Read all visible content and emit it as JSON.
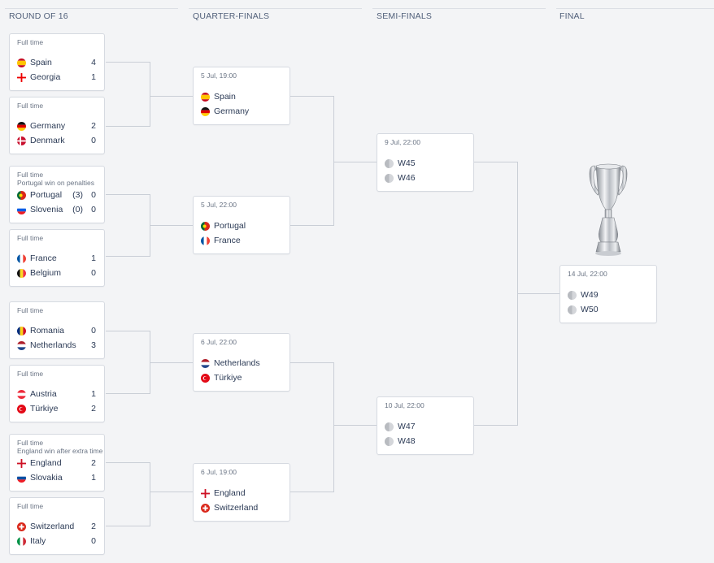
{
  "columns": {
    "r16": "ROUND OF 16",
    "qf": "QUARTER-FINALS",
    "sf": "SEMI-FINALS",
    "final": "FINAL"
  },
  "r16": [
    {
      "status": "Full time",
      "note": "",
      "home": {
        "team": "Spain",
        "flag": "spain-flag",
        "score": "4",
        "pen": ""
      },
      "away": {
        "team": "Georgia",
        "flag": "georgia-flag",
        "score": "1",
        "pen": ""
      }
    },
    {
      "status": "Full time",
      "note": "",
      "home": {
        "team": "Germany",
        "flag": "germany-flag",
        "score": "2",
        "pen": ""
      },
      "away": {
        "team": "Denmark",
        "flag": "denmark-flag",
        "score": "0",
        "pen": ""
      }
    },
    {
      "status": "Full time",
      "note": "Portugal win on penalties",
      "home": {
        "team": "Portugal",
        "flag": "portugal-flag",
        "score": "0",
        "pen": "(3)"
      },
      "away": {
        "team": "Slovenia",
        "flag": "slovenia-flag",
        "score": "0",
        "pen": "(0)"
      }
    },
    {
      "status": "Full time",
      "note": "",
      "home": {
        "team": "France",
        "flag": "france-flag",
        "score": "1",
        "pen": ""
      },
      "away": {
        "team": "Belgium",
        "flag": "belgium-flag",
        "score": "0",
        "pen": ""
      }
    },
    {
      "status": "Full time",
      "note": "",
      "home": {
        "team": "Romania",
        "flag": "romania-flag",
        "score": "0",
        "pen": ""
      },
      "away": {
        "team": "Netherlands",
        "flag": "netherlands-flag",
        "score": "3",
        "pen": ""
      }
    },
    {
      "status": "Full time",
      "note": "",
      "home": {
        "team": "Austria",
        "flag": "austria-flag",
        "score": "1",
        "pen": ""
      },
      "away": {
        "team": "Türkiye",
        "flag": "turkiye-flag",
        "score": "2",
        "pen": ""
      }
    },
    {
      "status": "Full time",
      "note": "England win after extra time",
      "home": {
        "team": "England",
        "flag": "england-flag",
        "score": "2",
        "pen": ""
      },
      "away": {
        "team": "Slovakia",
        "flag": "slovakia-flag",
        "score": "1",
        "pen": ""
      }
    },
    {
      "status": "Full time",
      "note": "",
      "home": {
        "team": "Switzerland",
        "flag": "switzerland-flag",
        "score": "2",
        "pen": ""
      },
      "away": {
        "team": "Italy",
        "flag": "italy-flag",
        "score": "0",
        "pen": ""
      }
    }
  ],
  "qf": [
    {
      "date": "5 Jul, 19:00",
      "home": {
        "team": "Spain",
        "flag": "spain-flag"
      },
      "away": {
        "team": "Germany",
        "flag": "germany-flag"
      }
    },
    {
      "date": "5 Jul, 22:00",
      "home": {
        "team": "Portugal",
        "flag": "portugal-flag"
      },
      "away": {
        "team": "France",
        "flag": "france-flag"
      }
    },
    {
      "date": "6 Jul, 22:00",
      "home": {
        "team": "Netherlands",
        "flag": "netherlands-flag"
      },
      "away": {
        "team": "Türkiye",
        "flag": "turkiye-flag"
      }
    },
    {
      "date": "6 Jul, 19:00",
      "home": {
        "team": "England",
        "flag": "england-flag"
      },
      "away": {
        "team": "Switzerland",
        "flag": "switzerland-flag"
      }
    }
  ],
  "sf": [
    {
      "date": "9 Jul, 22:00",
      "home": {
        "team": "W45",
        "flag": "placeholder-icon"
      },
      "away": {
        "team": "W46",
        "flag": "placeholder-icon"
      }
    },
    {
      "date": "10 Jul, 22:00",
      "home": {
        "team": "W47",
        "flag": "placeholder-icon"
      },
      "away": {
        "team": "W48",
        "flag": "placeholder-icon"
      }
    }
  ],
  "final": {
    "date": "14 Jul, 22:00",
    "home": {
      "team": "W49",
      "flag": "placeholder-icon"
    },
    "away": {
      "team": "W50",
      "flag": "placeholder-icon"
    }
  },
  "colors": {
    "text": "#2b3a55",
    "muted": "#6b7585",
    "connector": "#c9ced6",
    "card_border": "#d6dae1",
    "background": "#f3f4f6"
  }
}
